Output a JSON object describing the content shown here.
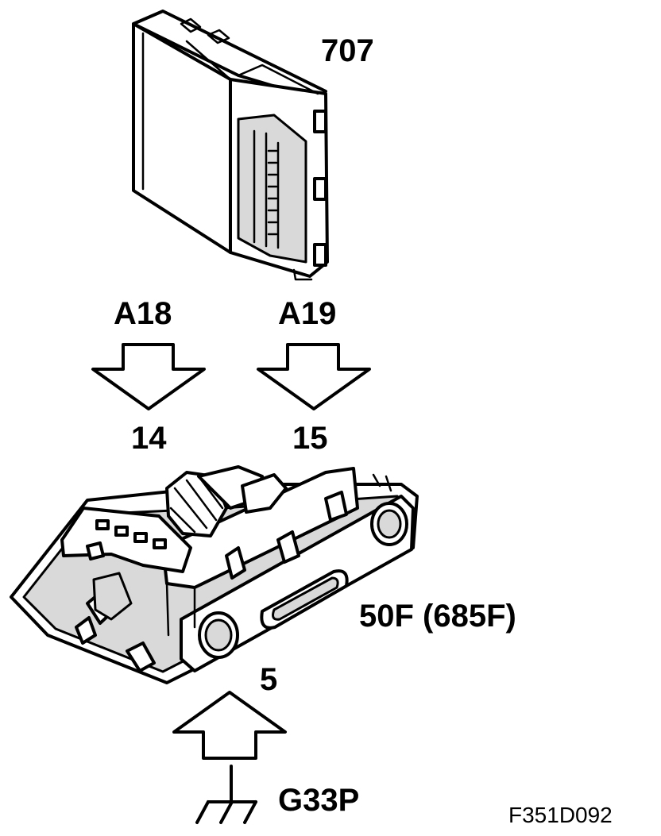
{
  "components": {
    "control_module": {
      "label": "707"
    },
    "lamp_unit": {
      "label": "50F (685F)"
    },
    "ground_point": {
      "label": "G33P"
    }
  },
  "connections": [
    {
      "from_pin": "A18",
      "to_pin": "14"
    },
    {
      "from_pin": "A19",
      "to_pin": "15"
    },
    {
      "from_pin": "5"
    }
  ],
  "figure_id": "F351D092"
}
